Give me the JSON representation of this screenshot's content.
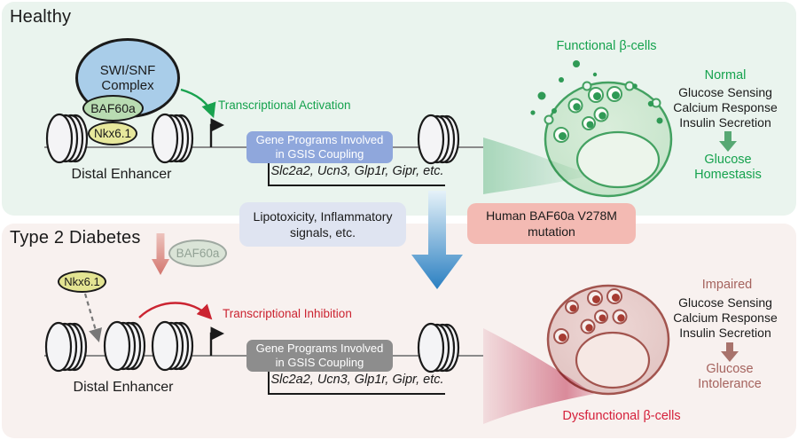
{
  "healthy": {
    "title": "Healthy",
    "swisnf_line1": "SWI/SNF",
    "swisnf_line2": "Complex",
    "baf60a": "BAF60a",
    "nkx61": "Nkx6.1",
    "activation": "Transcriptional Activation",
    "distal_enhancer": "Distal Enhancer",
    "gene_box_line1": "Gene Programs Involved",
    "gene_box_line2": "in GSIS Coupling",
    "genes": "Slc2a2, Ucn3, Glp1r, Gipr, etc.",
    "cell_title": "Functional β-cells",
    "status": "Normal",
    "functions": [
      "Glucose Sensing",
      "Calcium Response",
      "Insulin Secretion"
    ],
    "outcome_line1": "Glucose",
    "outcome_line2": "Homestasis"
  },
  "middle": {
    "stress_line1": "Lipotoxicity, Inflammatory",
    "stress_line2": "signals, etc.",
    "mutation_line1": "Human BAF60a V278M",
    "mutation_line2": "mutation"
  },
  "t2d": {
    "title": "Type 2 Diabetes",
    "baf60a_faded": "BAF60a",
    "nkx61": "Nkx6.1",
    "inhibition": "Transcriptional Inhibition",
    "distal_enhancer": "Distal Enhancer",
    "gene_box_line1": "Gene Programs Involved",
    "gene_box_line2": "in GSIS Coupling",
    "genes": "Slc2a2, Ucn3, Glp1r, Gipr, etc.",
    "cell_title": "Dysfunctional β-cells",
    "status": "Impaired",
    "functions": [
      "Glucose Sensing",
      "Calcium Response",
      "Insulin Secretion"
    ],
    "outcome_line1": "Glucose",
    "outcome_line2": "Intolerance"
  },
  "colors": {
    "healthy_panel_bg": "#eaf4ee",
    "t2d_panel_bg": "#f8f1ef",
    "green_accent": "#16a24e",
    "red_accent": "#cb2431",
    "bright_red": "#d5213b",
    "brown_accent": "#a5635e",
    "swisnf_blue": "#a9cde9",
    "baf60a_green": "#b9dcb2",
    "nkx61_yellow": "#e7e89c",
    "gene_box_blue": "#8fa7dc",
    "gene_box_gray": "#8d8d8d",
    "stress_box_bg": "#dfe4f1",
    "mutation_box_bg": "#f3bab3",
    "big_arrow_blue": "#2a7fc1"
  }
}
